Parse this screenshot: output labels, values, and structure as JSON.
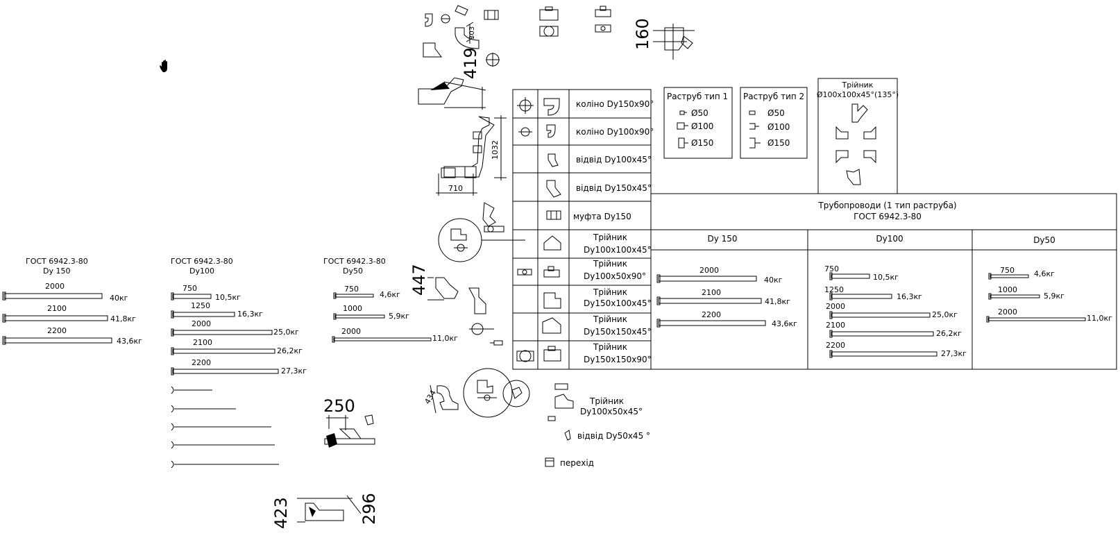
{
  "gost_groups": [
    {
      "gost": "ГОСТ 6942.3-80",
      "dn": "Dy 150",
      "pipes": [
        {
          "length": "2000",
          "weight": "40кг"
        },
        {
          "length": "2100",
          "weight": "41,8кг"
        },
        {
          "length": "2200",
          "weight": "43,6кг"
        }
      ]
    },
    {
      "gost": "ГОСТ 6942.3-80",
      "dn": "Dy100",
      "pipes": [
        {
          "length": "750",
          "weight": "10,5кг"
        },
        {
          "length": "1250",
          "weight": "16,3кг"
        },
        {
          "length": "2000",
          "weight": "25,0кг"
        },
        {
          "length": "2100",
          "weight": "26,2кг"
        },
        {
          "length": "2200",
          "weight": "27,3кг"
        }
      ]
    },
    {
      "gost": "ГОСТ 6942.3-80",
      "dn": "Dy50",
      "pipes": [
        {
          "length": "750",
          "weight": "4,6кг"
        },
        {
          "length": "1000",
          "weight": "5,9кг"
        },
        {
          "length": "2000",
          "weight": "11,0кг"
        }
      ]
    }
  ],
  "dimensions": {
    "d303": "303",
    "d160": "160",
    "d419": "419",
    "d1032": "1032",
    "d710": "710",
    "d447": "447",
    "d434": "434",
    "d250": "250",
    "d423": "423",
    "d296": "296"
  },
  "fittings_table": [
    "коліно Dy150x90°",
    "коліно Dy100x90°",
    "відвід Dy100x45°",
    "відвід Dy150x45°",
    "муфта Dy150",
    "Трійник|Dy100x100x45°",
    "Трійник|Dy100x50x90°",
    "Трійник|Dy150x100x45°",
    "Трійник|Dy150x150x45°",
    "Трійник|Dy150x150x90°"
  ],
  "socket_type1": {
    "title": "Раструб тип 1",
    "items": [
      "Ø50",
      "Ø100",
      "Ø150"
    ]
  },
  "socket_type2": {
    "title": "Раструб тип 2",
    "items": [
      "Ø50",
      "Ø100",
      "Ø150"
    ]
  },
  "tee_box": {
    "title": "Трійник",
    "subtitle": "Ø100x100x45°(135°)"
  },
  "pipes_table": {
    "title": "Трубопроводи (1 тип раструба)",
    "subtitle": "ГОСТ 6942.3-80",
    "columns": [
      {
        "header": "Dy 150",
        "pipes": [
          {
            "length": "2000",
            "weight": "40кг"
          },
          {
            "length": "2100",
            "weight": "41,8кг"
          },
          {
            "length": "2200",
            "weight": "43,6кг"
          }
        ]
      },
      {
        "header": "Dy100",
        "pipes": [
          {
            "length": "750",
            "weight": "10,5кг"
          },
          {
            "length": "1250",
            "weight": "16,3кг"
          },
          {
            "length": "2000",
            "weight": "25,0кг"
          },
          {
            "length": "2100",
            "weight": "26,2кг"
          },
          {
            "length": "2200",
            "weight": "27,3кг"
          }
        ]
      },
      {
        "header": "Dy50",
        "pipes": [
          {
            "length": "750",
            "weight": "4,6кг"
          },
          {
            "length": "1000",
            "weight": "5,9кг"
          },
          {
            "length": "2000",
            "weight": "11,0кг"
          }
        ]
      }
    ]
  },
  "loose_labels": {
    "tee_100x50x45_a": "Трійник",
    "tee_100x50x45_b": "Dy100x50x45°",
    "elbow_50x45": "відвід Dy50x45 °",
    "transition": "перехід"
  },
  "icons": [
    "hand-pan-icon"
  ]
}
